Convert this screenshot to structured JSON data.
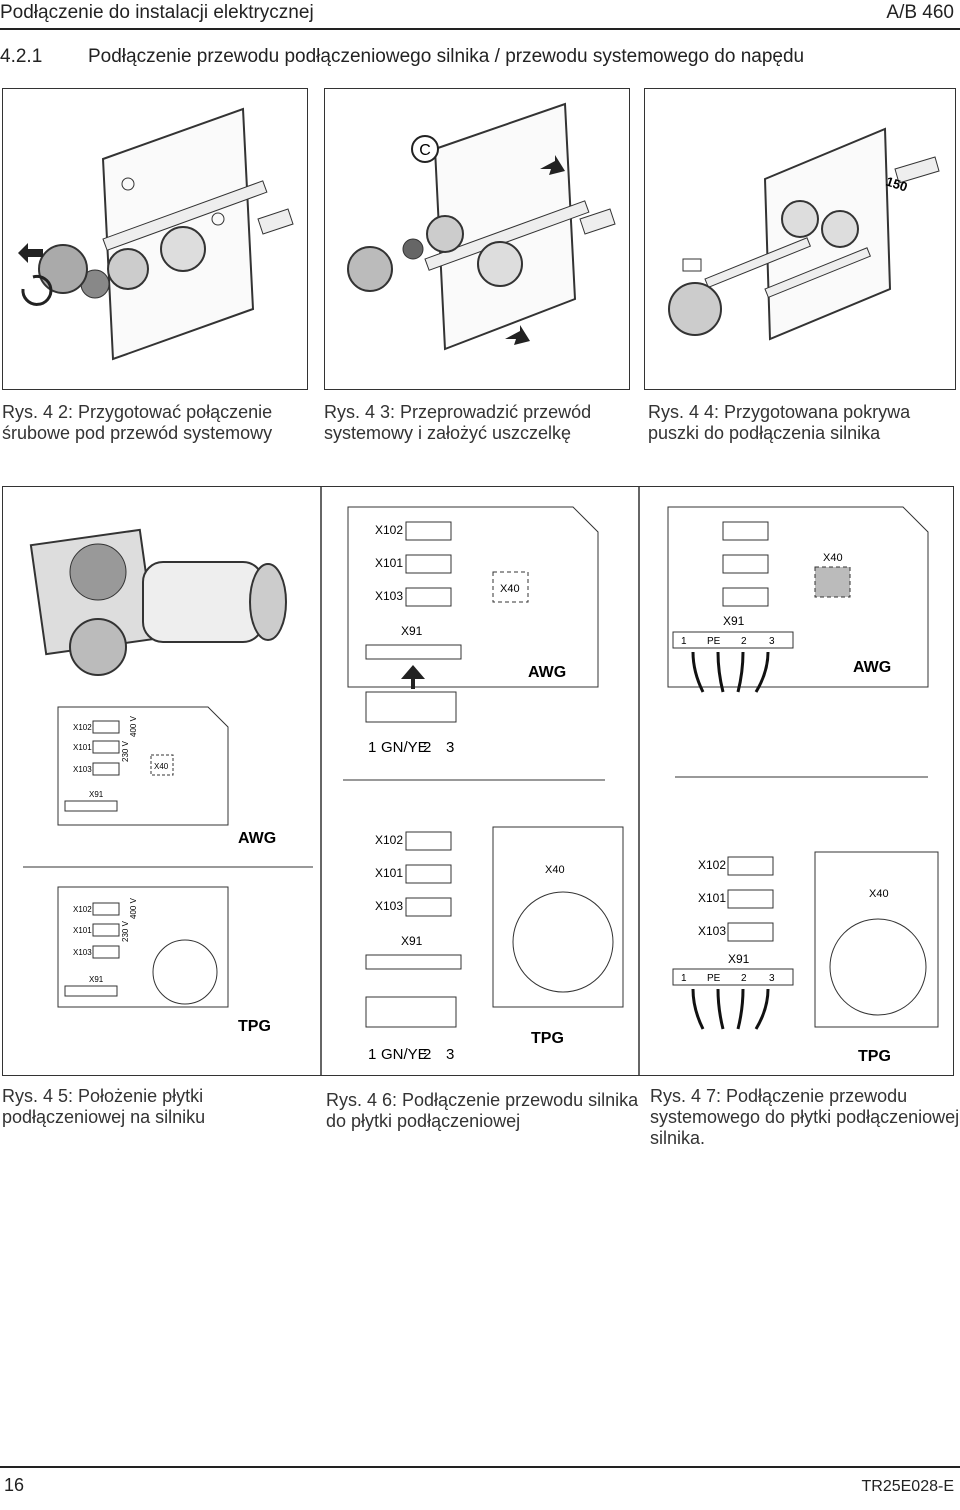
{
  "header": {
    "left": "Podłączenie do instalacji elektrycznej",
    "right": "A/B 460"
  },
  "section": {
    "number": "4.2.1",
    "title": "Podłączenie przewodu podłączeniowego silnika / przewodu systemowego do napędu"
  },
  "figures_top": [
    {
      "caption_line1": "Rys. 4 2: Przygotować połączenie",
      "caption_line2": "śrubowe pod przewód systemowy"
    },
    {
      "caption_line1": "Rys. 4 3: Przeprowadzić przewód",
      "caption_line2": "systemowy i założyć uszczelkę",
      "label_c": "C"
    },
    {
      "caption_line1": "Rys. 4 4: Przygotowana pokrywa",
      "caption_line2": "puszki do podłączenia silnika",
      "label_150": "150"
    }
  ],
  "terminals": {
    "x102": "X102",
    "x101": "X101",
    "x103": "X103",
    "x91": "X91",
    "x40": "X40",
    "v230": "230 V",
    "v400": "400 V",
    "plug_1": "1",
    "plug_gnye": "GN/YE",
    "plug_2": "2",
    "plug_3": "3",
    "pe": "PE",
    "awg": "AWG",
    "tpg": "TPG"
  },
  "figures_bottom": [
    {
      "caption_line1": "Rys. 4 5: Położenie płytki",
      "caption_line2": "podłączeniowej na silniku"
    },
    {
      "caption_line1": "Rys. 4 6: Podłączenie przewodu silnika",
      "caption_line2": "do płytki podłączeniowej"
    },
    {
      "caption_line1": "Rys. 4 7: Podłączenie przewodu",
      "caption_line2": "systemowego do płytki podłączeniowej",
      "caption_line3": "silnika."
    }
  ],
  "footer": {
    "page": "16",
    "code": "TR25E028-E"
  }
}
